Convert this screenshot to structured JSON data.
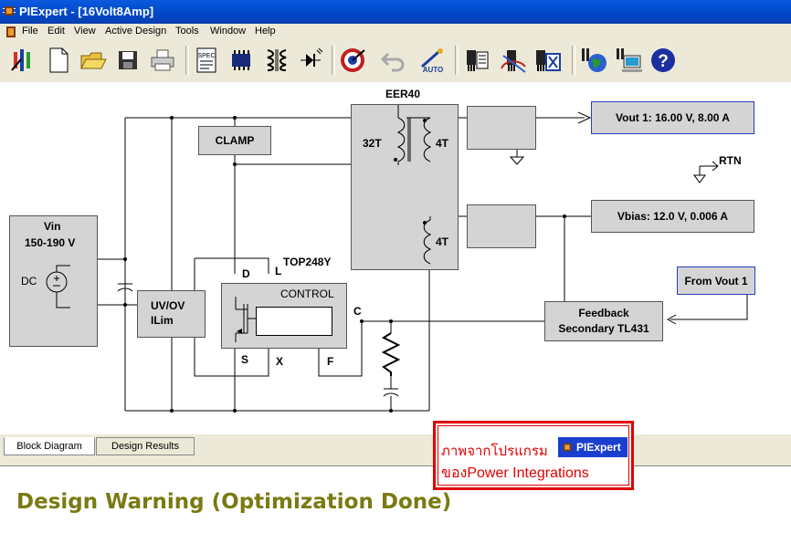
{
  "window": {
    "title": "PIExpert - [16Volt8Amp]"
  },
  "menu": [
    "File",
    "Edit",
    "View",
    "Active Design",
    "Tools",
    "Window",
    "Help"
  ],
  "toolbar": {
    "spec_label": "SPEC",
    "auto_label": "AUTO",
    "buttons": [
      "wizard-icon",
      "new-file-icon",
      "open-folder-icon",
      "save-icon",
      "print-icon",
      "spec-icon",
      "ic-chip-icon",
      "transformer-icon",
      "diode-icon",
      "target-icon",
      "undo-icon",
      "auto-design-icon",
      "component-list-icon",
      "component-replace-icon",
      "component-delete-icon",
      "globe-icon",
      "computer-icon",
      "help-icon"
    ]
  },
  "diagram": {
    "transformer_name": "EER40",
    "primary_turns": "32T",
    "secondary1_turns": "4T",
    "secondary2_turns": "4T",
    "clamp": "CLAMP",
    "vin_label": "Vin",
    "vin_range": "150-190 V",
    "dc_label": "DC",
    "uvov_line1": "UV/OV",
    "uvov_line2": "ILim",
    "ic_name": "TOP248Y",
    "control_label": "CONTROL",
    "pin_d": "D",
    "pin_l": "L",
    "pin_s": "S",
    "pin_x": "X",
    "pin_f": "F",
    "pin_c": "C",
    "rtn_label": "RTN",
    "vout1": "Vout 1:  16.00 V,  8.00 A",
    "vbias": "Vbias: 12.0 V,  0.006 A",
    "from_vout": "From Vout 1",
    "feedback_line1": "Feedback",
    "feedback_line2": "Secondary TL431"
  },
  "tabs": [
    "Block Diagram",
    "Design Results"
  ],
  "results": {
    "warning": "Design Warning (Optimization Done)"
  },
  "credit": {
    "line1": "ภาพจากโปรแกรม",
    "badge": "PIExpert",
    "line2": "ของPower Integrations"
  },
  "colors": {
    "titlebar": "#0047c8",
    "output_box_border": "#2a3fb8",
    "warning_text": "#7a7a12",
    "credit_red": "#e00000"
  }
}
